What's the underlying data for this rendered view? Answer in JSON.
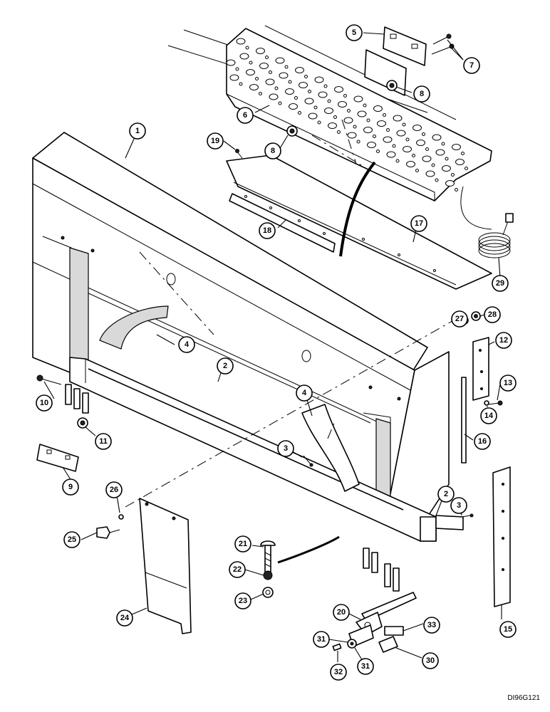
{
  "drawing_code": "DI96G121",
  "callouts": [
    {
      "id": "c1",
      "label": "1"
    },
    {
      "id": "c2a",
      "label": "2"
    },
    {
      "id": "c2b",
      "label": "2"
    },
    {
      "id": "c3a",
      "label": "3"
    },
    {
      "id": "c3b",
      "label": "3"
    },
    {
      "id": "c4a",
      "label": "4"
    },
    {
      "id": "c4b",
      "label": "4"
    },
    {
      "id": "c5",
      "label": "5"
    },
    {
      "id": "c6",
      "label": "6"
    },
    {
      "id": "c7",
      "label": "7"
    },
    {
      "id": "c8a",
      "label": "8"
    },
    {
      "id": "c8b",
      "label": "8"
    },
    {
      "id": "c9",
      "label": "9"
    },
    {
      "id": "c10",
      "label": "10"
    },
    {
      "id": "c11",
      "label": "11"
    },
    {
      "id": "c12",
      "label": "12"
    },
    {
      "id": "c13",
      "label": "13"
    },
    {
      "id": "c14",
      "label": "14"
    },
    {
      "id": "c15",
      "label": "15"
    },
    {
      "id": "c16",
      "label": "16"
    },
    {
      "id": "c17",
      "label": "17"
    },
    {
      "id": "c18",
      "label": "18"
    },
    {
      "id": "c19",
      "label": "19"
    },
    {
      "id": "c20",
      "label": "20"
    },
    {
      "id": "c21",
      "label": "21"
    },
    {
      "id": "c22",
      "label": "22"
    },
    {
      "id": "c23",
      "label": "23"
    },
    {
      "id": "c24",
      "label": "24"
    },
    {
      "id": "c25",
      "label": "25"
    },
    {
      "id": "c26",
      "label": "26"
    },
    {
      "id": "c27",
      "label": "27"
    },
    {
      "id": "c28",
      "label": "28"
    },
    {
      "id": "c29",
      "label": "29"
    },
    {
      "id": "c30",
      "label": "30"
    },
    {
      "id": "c31a",
      "label": "31"
    },
    {
      "id": "c31b",
      "label": "31"
    },
    {
      "id": "c32",
      "label": "32"
    },
    {
      "id": "c33",
      "label": "33"
    }
  ]
}
